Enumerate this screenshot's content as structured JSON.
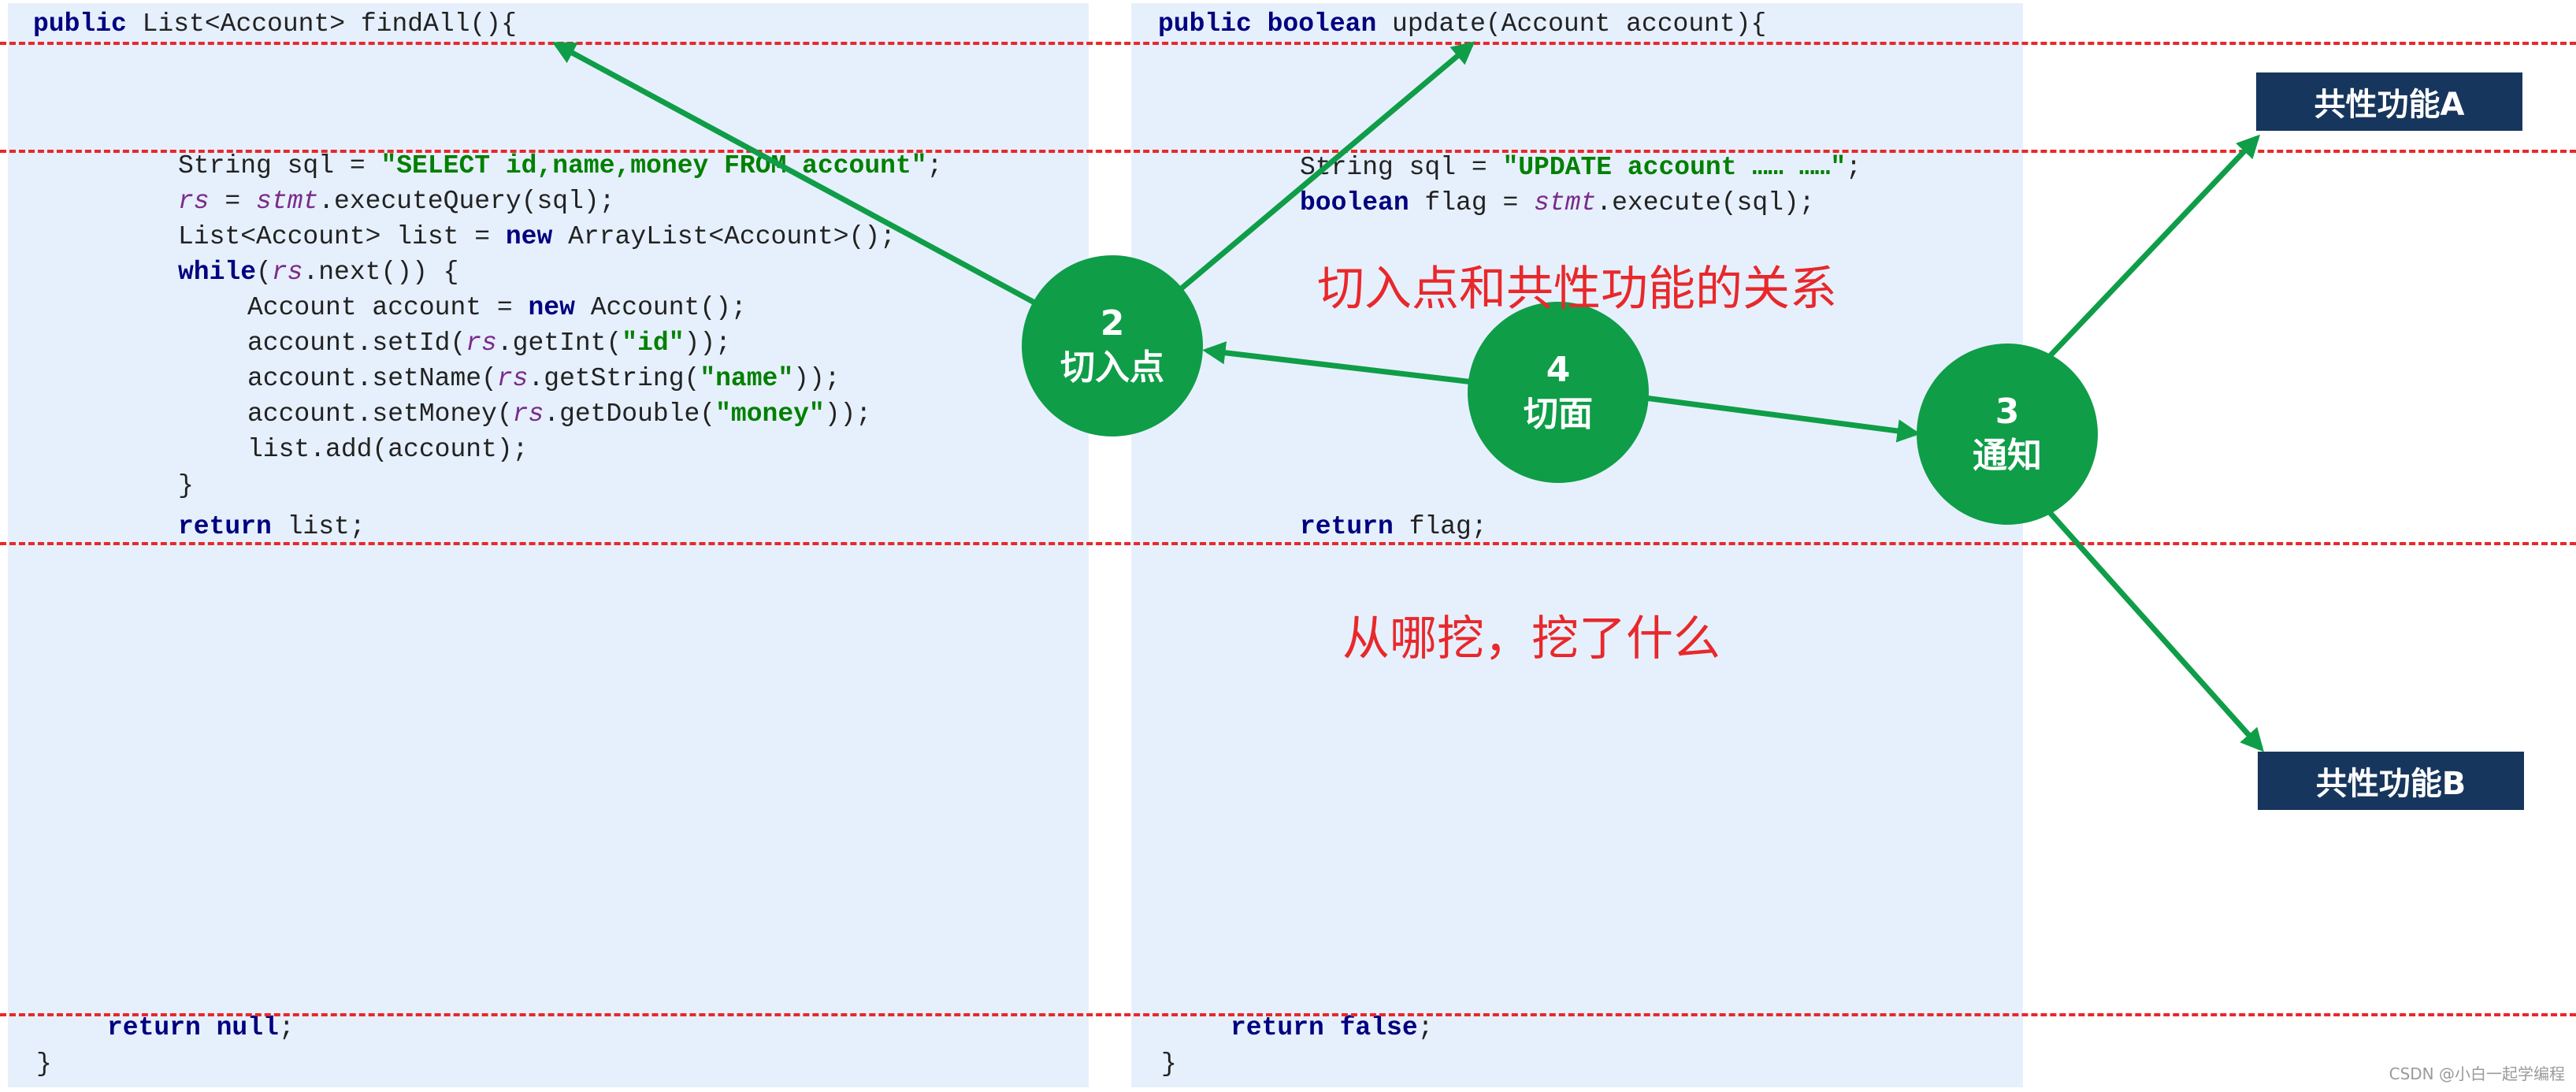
{
  "left_code": {
    "line1": {
      "kw": "public",
      "rest": " List<Account> findAll(){"
    },
    "line2": {
      "plain": "String sql = ",
      "str": "\"SELECT id,name,money FROM account\"",
      "end": ";"
    },
    "line3": {
      "var1": "rs",
      "mid": " = ",
      "var2": "stmt",
      "end": ".executeQuery(sql);"
    },
    "line4": {
      "plain": "List<Account> list = ",
      "kw": "new",
      "end": " ArrayList<Account>();"
    },
    "line5": {
      "kw": "while",
      "pre": "(",
      "var": "rs",
      "end": ".next()) {"
    },
    "line6": {
      "plain": "Account account = ",
      "kw": "new",
      "end": " Account();"
    },
    "line7": {
      "plain": "account.setId(",
      "var": "rs",
      "mid": ".getInt(",
      "str": "\"id\"",
      "end": "));"
    },
    "line8": {
      "plain": "account.setName(",
      "var": "rs",
      "mid": ".getString(",
      "str": "\"name\"",
      "end": "));"
    },
    "line9": {
      "plain": "account.setMoney(",
      "var": "rs",
      "mid": ".getDouble(",
      "str": "\"money\"",
      "end": "));"
    },
    "line10": "list.add(account);",
    "line11": "}",
    "line12": {
      "kw": "return",
      "end": " list;"
    },
    "line13": {
      "kw": "return null",
      "end": ";"
    },
    "line14": "}"
  },
  "right_code": {
    "line1": {
      "kw": "public boolean",
      "rest": " update(Account account){"
    },
    "line2": {
      "plain": "String sql = ",
      "str": "\"UPDATE account …… ……\"",
      "end": ";"
    },
    "line3": {
      "kw": "boolean",
      "mid": " flag = ",
      "var": "stmt",
      "end": ".execute(sql);"
    },
    "line4": {
      "kw": "return",
      "end": " flag;"
    },
    "line5": {
      "kw": "return false",
      "end": ";"
    },
    "line6": "}"
  },
  "nodes": {
    "pointcut": {
      "num": "2",
      "label": "切入点"
    },
    "aspect": {
      "num": "4",
      "label": "切面"
    },
    "advice": {
      "num": "3",
      "label": "通知"
    }
  },
  "boxes": {
    "a": "共性功能A",
    "b": "共性功能B"
  },
  "notes": {
    "relation": "切入点和共性功能的关系",
    "where": "从哪挖，挖了什么"
  },
  "watermark": "CSDN @小白一起学编程",
  "colors": {
    "arrow": "#0f9d48",
    "dash": "#e8282b",
    "panel": "#e6f0fc",
    "box": "#17365d"
  }
}
